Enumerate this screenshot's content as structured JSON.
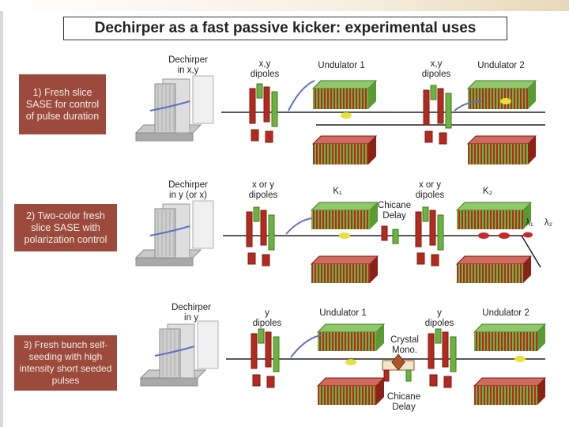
{
  "title": "Dechirper as a fast passive kicker: experimental uses",
  "panels": [
    {
      "box": "1) Fresh slice SASE for control of pulse duration",
      "dechirper": "Dechirper\nin x,y",
      "dipoles1": "x,y\ndipoles",
      "und1": "Undulator 1",
      "dipoles2": "x,y\ndipoles",
      "und2": "Undulator 2"
    },
    {
      "box": "2) Two-color fresh slice SASE with polarization control",
      "dechirper": "Dechirper\nin y (or x)",
      "dipoles1": "x or y\ndipoles",
      "und1": "K₁",
      "chicane": "Chicane\nDelay",
      "dipoles2": "x or y\ndipoles",
      "und2": "K₂",
      "lambda1": "λ₁",
      "lambda2": "λ₂"
    },
    {
      "box": "3) Fresh bunch self-seeding with high intensity short seeded pulses",
      "dechirper": "Dechirper\nin y",
      "dipoles1": "y\ndipoles",
      "und1": "Undulator 1",
      "crystal": "Crystal\nMono.",
      "chicane": "Chicane\nDelay",
      "dipoles2": "y\ndipoles",
      "und2": "Undulator 2"
    }
  ],
  "colors": {
    "box": "#9b4a3c",
    "undulator_green": "#6db33f",
    "undulator_red": "#b52a1e",
    "beam": "#222222",
    "bunch_yellow": "#e8e03a",
    "bunch_red": "#c82a2a",
    "trajectory": "#6070c0"
  }
}
